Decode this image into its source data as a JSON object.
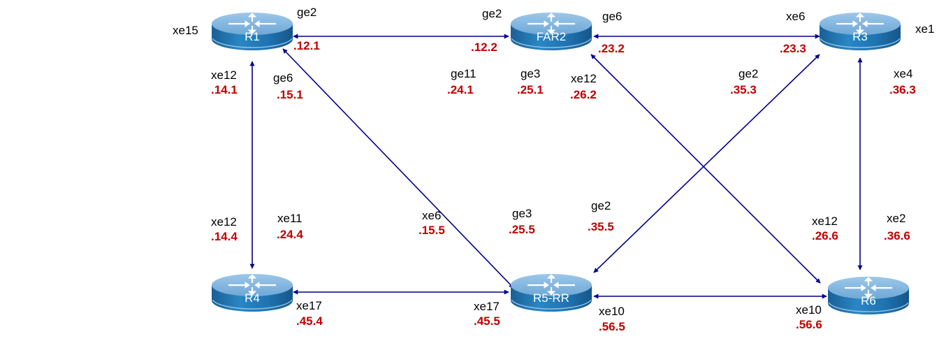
{
  "diagram": {
    "title": "",
    "colors": {
      "link": "#00008b",
      "ip_text": "#c00000",
      "if_text": "#000000",
      "router_top": "#7fb3dc",
      "router_side": "#1f77b4",
      "router_label": "#ffffff"
    },
    "routers": [
      {
        "id": "R1",
        "label": "R1",
        "icon": "router-icon"
      },
      {
        "id": "FAR2",
        "label": "FAR2",
        "icon": "router-icon"
      },
      {
        "id": "R3",
        "label": "R3",
        "icon": "router-icon"
      },
      {
        "id": "R4",
        "label": "R4",
        "icon": "router-icon"
      },
      {
        "id": "R5-RR",
        "label": "R5-RR",
        "icon": "router-icon"
      },
      {
        "id": "R6",
        "label": "R6",
        "icon": "router-icon"
      }
    ],
    "links": [
      {
        "a": "R1",
        "b": "FAR2",
        "a_if": "ge2",
        "a_ip": ".12.1",
        "b_if": "ge2",
        "b_ip": ".12.2"
      },
      {
        "a": "FAR2",
        "b": "R3",
        "a_if": "ge6",
        "a_ip": ".23.2",
        "b_if": "xe6",
        "b_ip": ".23.3"
      },
      {
        "a": "R1",
        "b": "R4",
        "a_if": "xe12",
        "a_ip": ".14.1",
        "b_if": "xe12",
        "b_ip": ".14.4"
      },
      {
        "a": "R1",
        "b": "R5-RR",
        "a_if": "ge6",
        "a_ip": ".15.1",
        "b_if": "xe6",
        "b_ip": ".15.5"
      },
      {
        "a": "FAR2",
        "b": "R6",
        "a_if": "xe12",
        "a_ip": ".26.2",
        "b_if": "xe12",
        "b_ip": ".26.6"
      },
      {
        "a": "R3",
        "b": "R5-RR",
        "a_if": "ge2",
        "a_ip": ".35.3",
        "b_if": "ge2",
        "b_ip": ".35.5"
      },
      {
        "a": "R3",
        "b": "R6",
        "a_if": "xe4",
        "a_ip": ".36.3",
        "b_if": "xe2",
        "b_ip": ".36.6"
      },
      {
        "a": "R4",
        "b": "R5-RR",
        "a_if": "xe17",
        "a_ip": ".45.4",
        "b_if": "xe17",
        "b_ip": ".45.5"
      },
      {
        "a": "R5-RR",
        "b": "R6",
        "a_if": "xe10",
        "a_ip": ".56.5",
        "b_if": "xe10",
        "b_ip": ".56.6"
      }
    ],
    "unlinked_labels": {
      "r1_xe15": "xe15",
      "r3_xe1": "xe1",
      "far2_ge11": "ge11",
      "far2_ge11_ip": ".24.1",
      "far2_ge3": "ge3",
      "far2_ge3_ip": ".25.1",
      "r4_xe11": "xe11",
      "r4_xe11_ip": ".24.4",
      "r5_ge3": "ge3",
      "r5_ge3_ip": ".25.5"
    }
  }
}
